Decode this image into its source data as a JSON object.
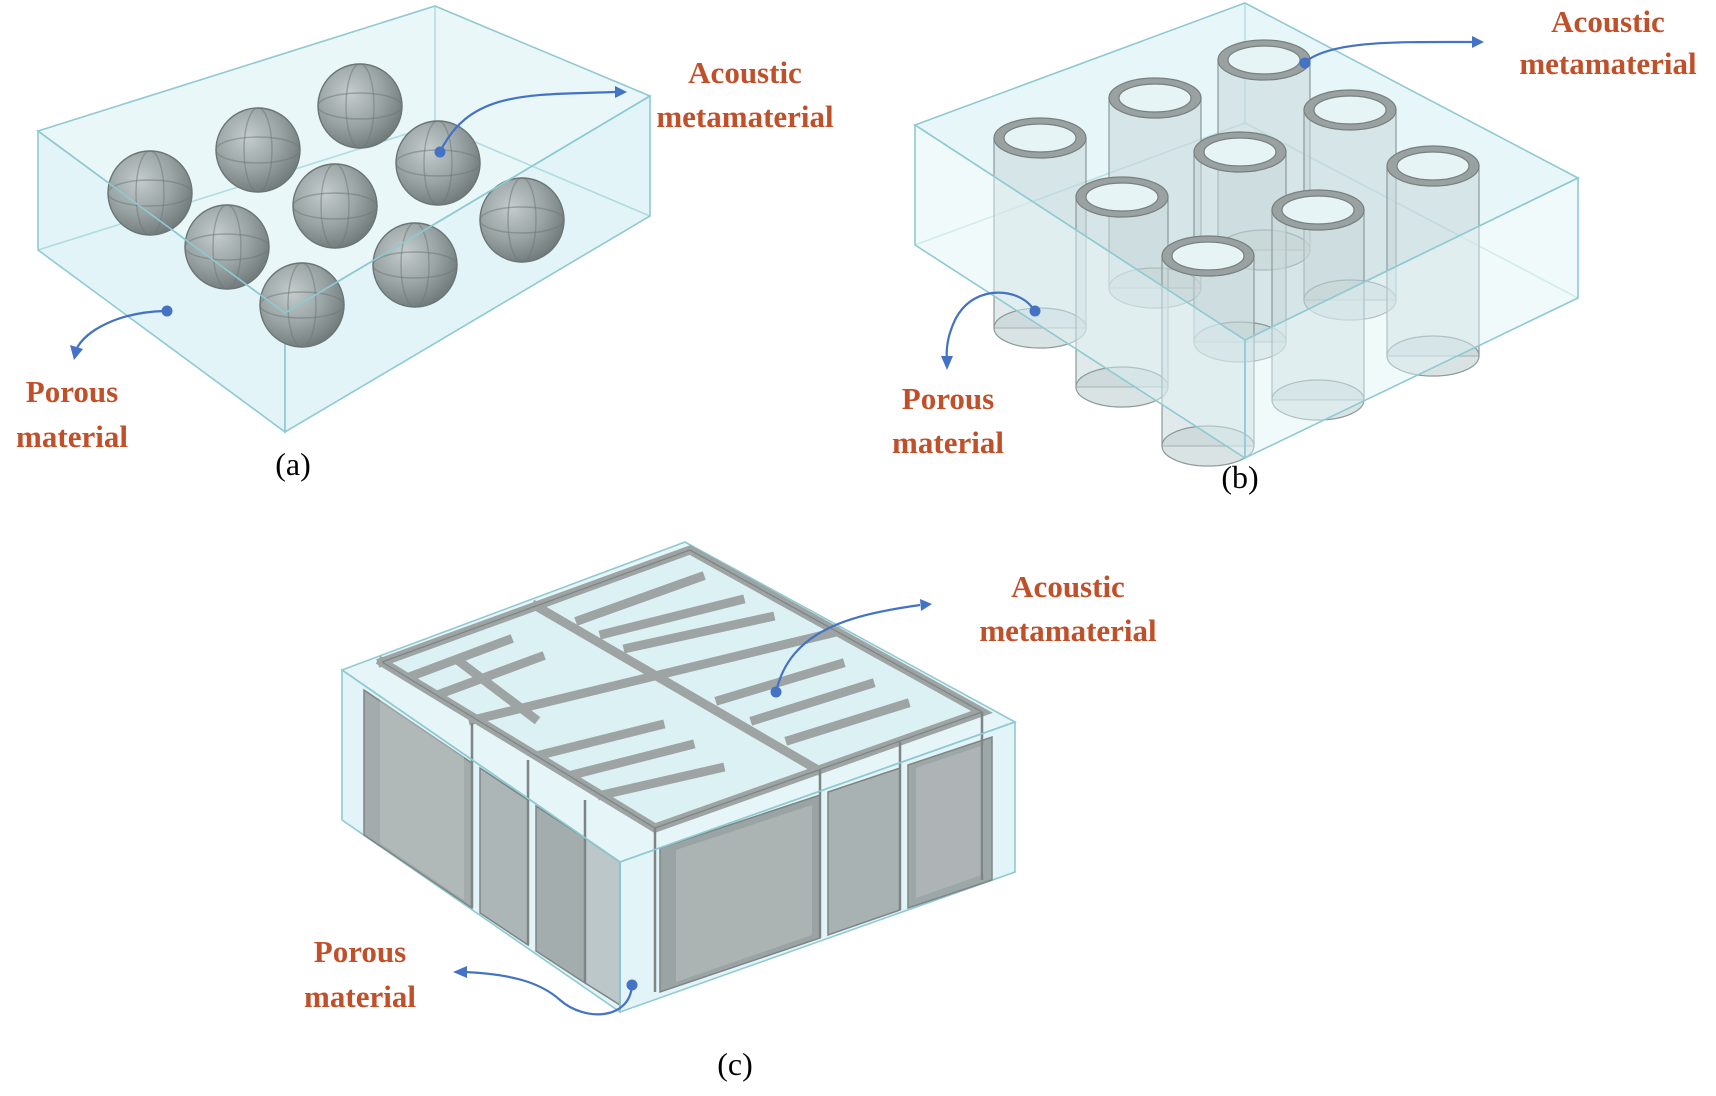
{
  "colors": {
    "label": "#c0502a",
    "leader": "#4472c4",
    "porous_fill": "#dff3f6",
    "porous_edge": "#8fc9d2",
    "metamaterial_fill": "#9aa3a3",
    "metamaterial_edge": "#7e8585",
    "caption": "#000000"
  },
  "icons": {
    "leader_arrow": "curved-arrow-icon",
    "leader_anchor": "dot-icon"
  },
  "panels": [
    {
      "caption": "(a)",
      "shape": "spheres",
      "labels": {
        "metamaterial_line1": "Acoustic",
        "metamaterial_line2": "metamaterial",
        "porous_line1": "Porous",
        "porous_line2": "material"
      }
    },
    {
      "caption": "(b)",
      "shape": "hollow-cylinders",
      "labels": {
        "metamaterial_line1": "Acoustic",
        "metamaterial_line2": "metamaterial",
        "porous_line1": "Porous",
        "porous_line2": "material"
      }
    },
    {
      "caption": "(c)",
      "shape": "labyrinth",
      "labels": {
        "metamaterial_line1": "Acoustic",
        "metamaterial_line2": "metamaterial",
        "porous_line1": "Porous",
        "porous_line2": "material"
      }
    }
  ]
}
